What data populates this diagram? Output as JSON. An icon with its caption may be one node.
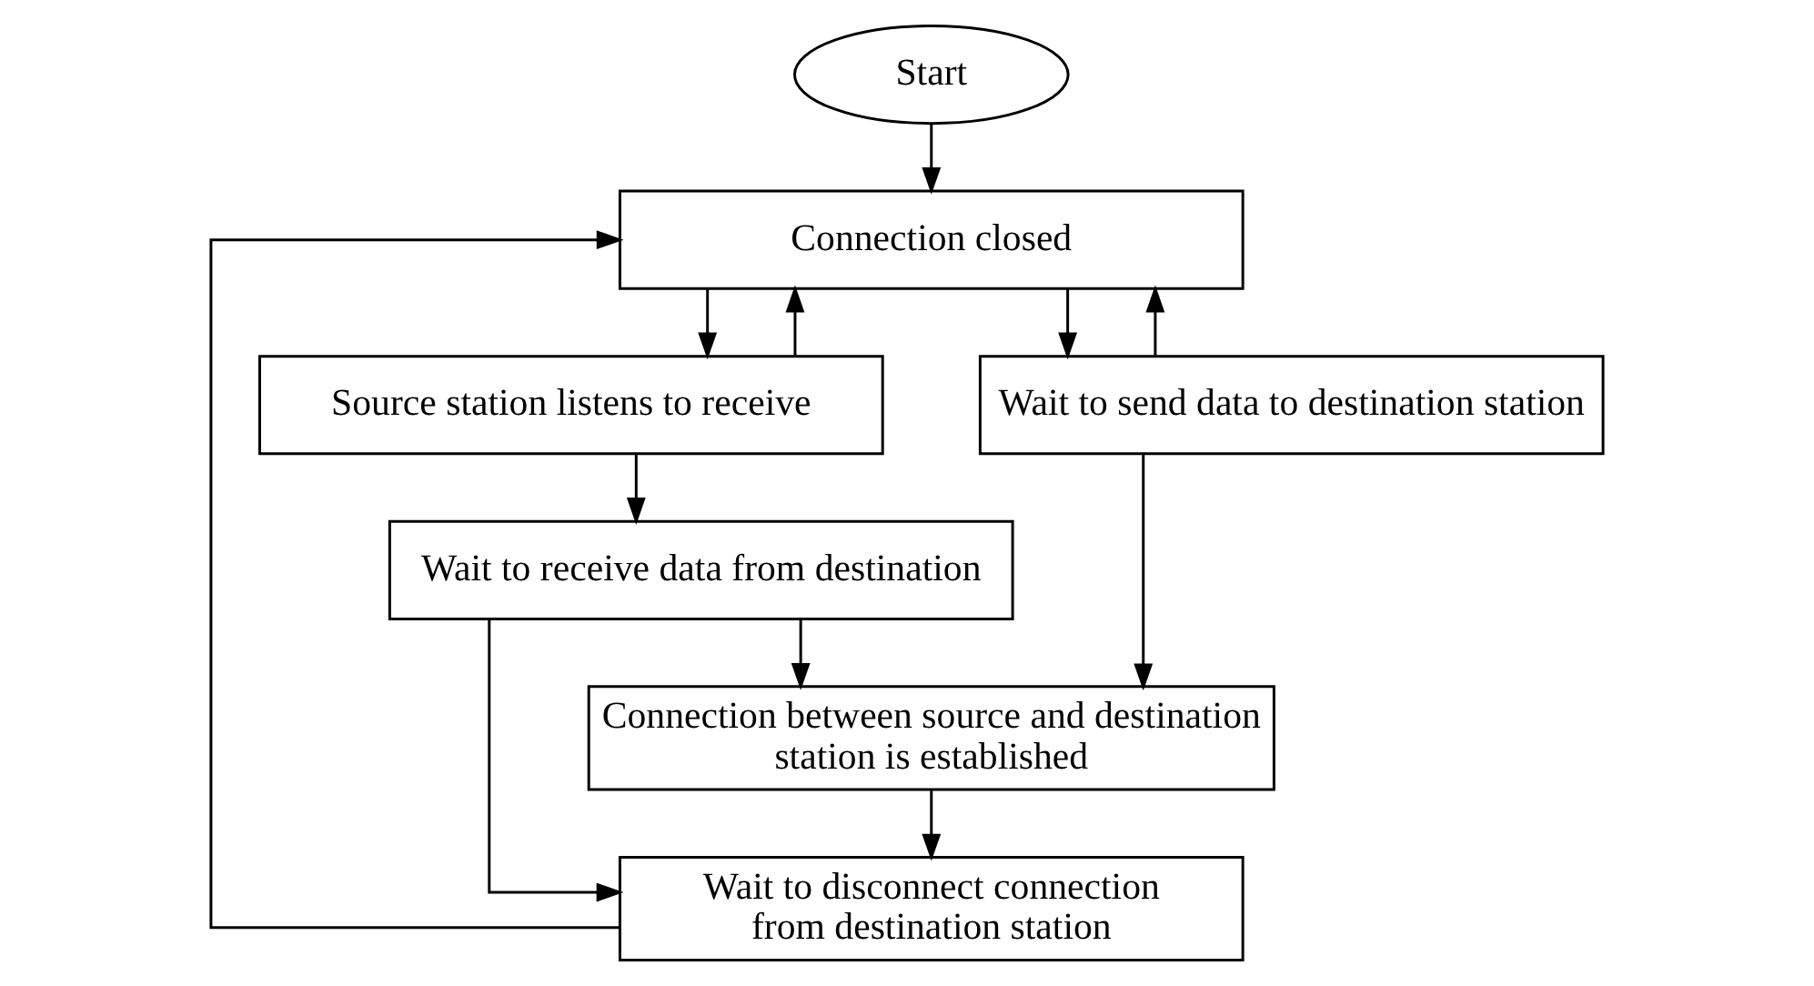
{
  "diagram": {
    "nodes": [
      {
        "text": [
          "Start"
        ]
      },
      {
        "text": [
          "Connection closed"
        ]
      },
      {
        "text": [
          "Source station listens to receive"
        ]
      },
      {
        "text": [
          "Wait to send data to destination station"
        ]
      },
      {
        "text": [
          "Wait to receive data from destination"
        ]
      },
      {
        "text": [
          "Connection between source and destination station is established"
        ]
      },
      {
        "text": [
          "Wait to disconnect connection from destination station"
        ]
      }
    ],
    "edges": [
      {
        "from": 0,
        "to": 1,
        "arrow": "to"
      },
      {
        "from": 1,
        "to": 2,
        "arrow": "to"
      },
      {
        "from": 1,
        "to": 3,
        "arrow": "to"
      },
      {
        "from": 2,
        "to": 1,
        "arrow": "to"
      },
      {
        "from": 3,
        "to": 1,
        "arrow": "to"
      },
      {
        "from": 2,
        "to": 4,
        "arrow": "to"
      },
      {
        "from": 4,
        "to": 5,
        "arrow": "to"
      },
      {
        "from": 3,
        "to": 5,
        "arrow": "to"
      },
      {
        "from": 4,
        "to": 6,
        "arrow": "to"
      },
      {
        "from": 5,
        "to": 6,
        "arrow": "to"
      },
      {
        "from": 6,
        "to": 1,
        "arrow": "to"
      }
    ]
  }
}
